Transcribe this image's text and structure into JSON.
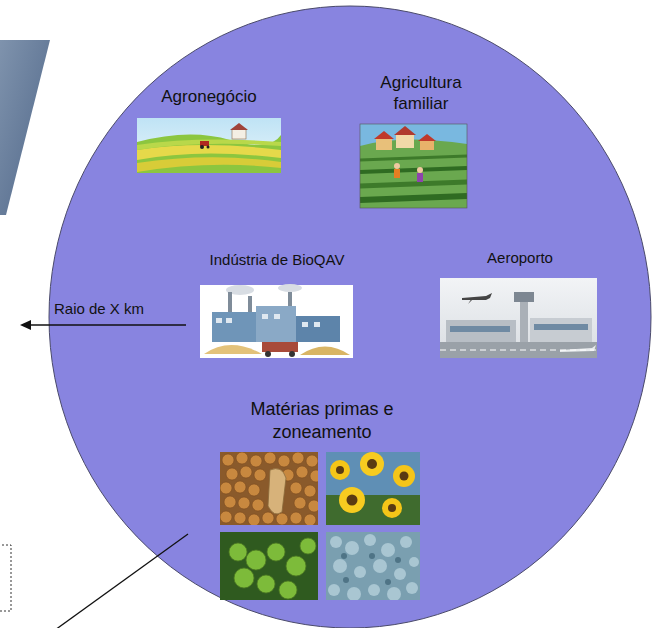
{
  "diagram": {
    "nodes": [
      {
        "text": [
          "Raio de X km"
        ]
      }
    ],
    "labels": [
      "Agronegócio",
      "Agricultura familiar",
      "Indústria de BioQAV",
      "Aeroporto",
      "Matérias primas e zoneamento"
    ]
  }
}
